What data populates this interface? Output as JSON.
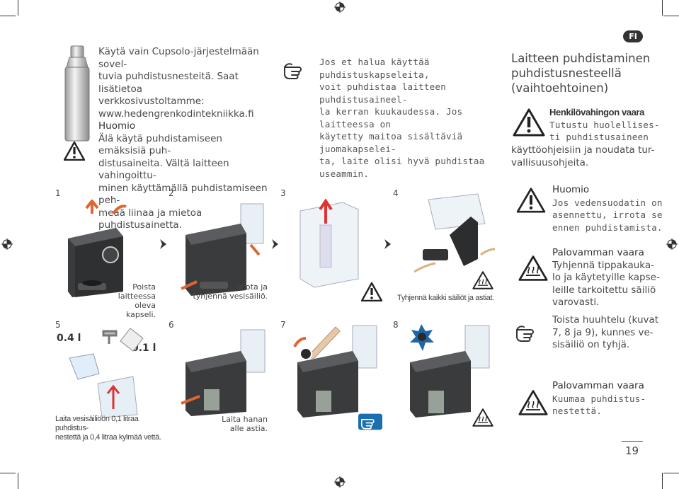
{
  "badge": "FI",
  "page_number": "19",
  "top_left": {
    "lines": [
      "Käytä vain Cupsolo-järjestelmään sovel-",
      "tuvia puhdistusnesteitä. Saat lisätietoa",
      "verkkosivustoltamme:",
      "www.hedengrenkodintekniikka.fi"
    ],
    "huomio_title": "Huomio",
    "huomio_lines": [
      "Älä käytä puhdistamiseen emäksisiä puh-",
      "distusaineita. Vältä laitteen vahingoittu-",
      "minen käyttämällä puhdistamiseen peh-",
      "meää liinaa ja mietoa puhdistusainetta."
    ]
  },
  "top_middle": {
    "lines": [
      "Jos et halua käyttää puhdistuskapseleita,",
      "voit puhdistaa laitteen puhdistusaineel-",
      "la kerran kuukaudessa. Jos laitteessa on",
      "käytetty maitoa sisältäviä juomakapselei-",
      "ta, laite olisi hyvä puhdistaa useammin."
    ]
  },
  "right": {
    "heading_lines": [
      "Laitteen puhdistaminen",
      "puhdistusnesteellä",
      "(vaihtoehtoinen)"
    ],
    "warning1_title": "Henkilövahingon vaara",
    "warning1_lines": [
      "Tutustu huolellises-",
      "ti puhdistusaineen"
    ],
    "warning1_cont": [
      "käyttöohjeisiin ja noudata tur-",
      "vallisuusohjeita."
    ],
    "huomio_title": "Huomio",
    "huomio_lines": [
      "Jos vedensuodatin on",
      "asennettu, irrota se",
      "ennen puhdistamista."
    ],
    "burn1_title": "Palovamman vaara",
    "burn1_lines": [
      "Tyhjennä tippakauka-",
      "lo ja käytetyille kapse-",
      "leille tarkoitettu säiliö",
      "varovasti."
    ],
    "tip_lines": [
      "Toista huuhtelu (kuvat",
      "7, 8 ja 9), kunnes ve-",
      "sisäiliö on tyhjä."
    ],
    "burn2_title": "Palovamman vaara",
    "burn2_lines": [
      "Kuumaa puhdistus-",
      "nestettä."
    ]
  },
  "steps": [
    {
      "num": "1",
      "caption": [
        "Poista laitteessa",
        "oleva kapseli."
      ]
    },
    {
      "num": "2",
      "caption": [
        "Irrota ja",
        "tyhjennä vesisäiliö."
      ]
    },
    {
      "num": "3",
      "caption": []
    },
    {
      "num": "4",
      "caption": [
        "Tyhjennä kaikki säiliöt ja astiat."
      ]
    },
    {
      "num": "5",
      "caption": [
        "Laita vesisäiliöön 0,1 litraa puhdistus-",
        "nestettä ja 0,4 litraa kylmää vettä."
      ]
    },
    {
      "num": "6",
      "caption": [
        "Laita hanan",
        "alle astia."
      ]
    },
    {
      "num": "7",
      "caption": []
    },
    {
      "num": "8",
      "caption": []
    }
  ],
  "step5_labels": {
    "water": "0.4 l",
    "cleaner": "0.1 l"
  },
  "icons": [
    "bottle-icon",
    "warning-triangle-icon",
    "pointing-hand-icon",
    "hot-surface-icon",
    "registration-crosshair-icon",
    "chevron-right-icon"
  ]
}
